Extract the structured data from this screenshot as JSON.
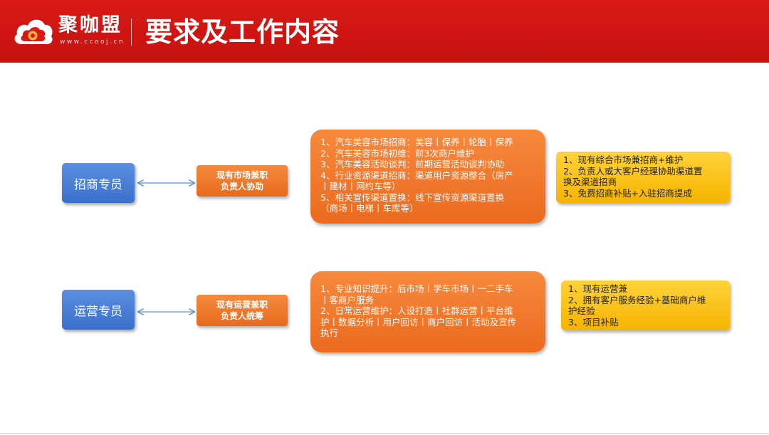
{
  "header": {
    "brand": "聚咖盟",
    "brand_url": "www.ccooj.cn",
    "title": "要求及工作内容",
    "logo_icon": "cloud-coffee-logo-icon",
    "colors": {
      "background": "#d0141a",
      "text": "#ffffff"
    }
  },
  "rows": [
    {
      "role": "招商专员",
      "assist_line1": "现有市场兼职",
      "assist_line2": "负责人协助",
      "tasks": [
        "1、汽车美容市场招商：美容丨保养丨轮胎丨保养",
        "2、汽车美容市场初维：前3次商户维护",
        "3、汽车美容活动谈判：前期运营活动谈判协助",
        "4、行业资源渠道招商：渠道用户资源整合（房产",
        "丨建材丨网约车等）",
        "5、相关宣传渠道置换：线下宣传资源渠道置换",
        "（商场丨电梯丨车库等）"
      ],
      "requirements": [
        "1、现有综合市场兼招商+维护",
        "2、负责人或大客户经理协助渠道置",
        "换及渠道招商",
        "3、免费招商补贴+入驻招商提成"
      ]
    },
    {
      "role": "运营专员",
      "assist_line1": "现有运营兼职",
      "assist_line2": "负责人统筹",
      "tasks": [
        "1、专业知识提升：后市场丨学车市场丨一二手车",
        "丨客商户服务",
        "2、日常运营维护：人设打造丨社群运营丨平台维",
        "护丨数据分析丨用户回访丨商户回访丨活动及宣传",
        "执行"
      ],
      "requirements": [
        "1、现有运营兼",
        "2、拥有客户服务经验+基础商户维",
        "护经验",
        "3、项目补贴"
      ]
    }
  ],
  "colors": {
    "role": "#4a7fd6",
    "assist": "#ef7a2c",
    "tasks": "#f07a2e",
    "requirements": "#fcc51c",
    "arrow": "#5b8fd6"
  }
}
